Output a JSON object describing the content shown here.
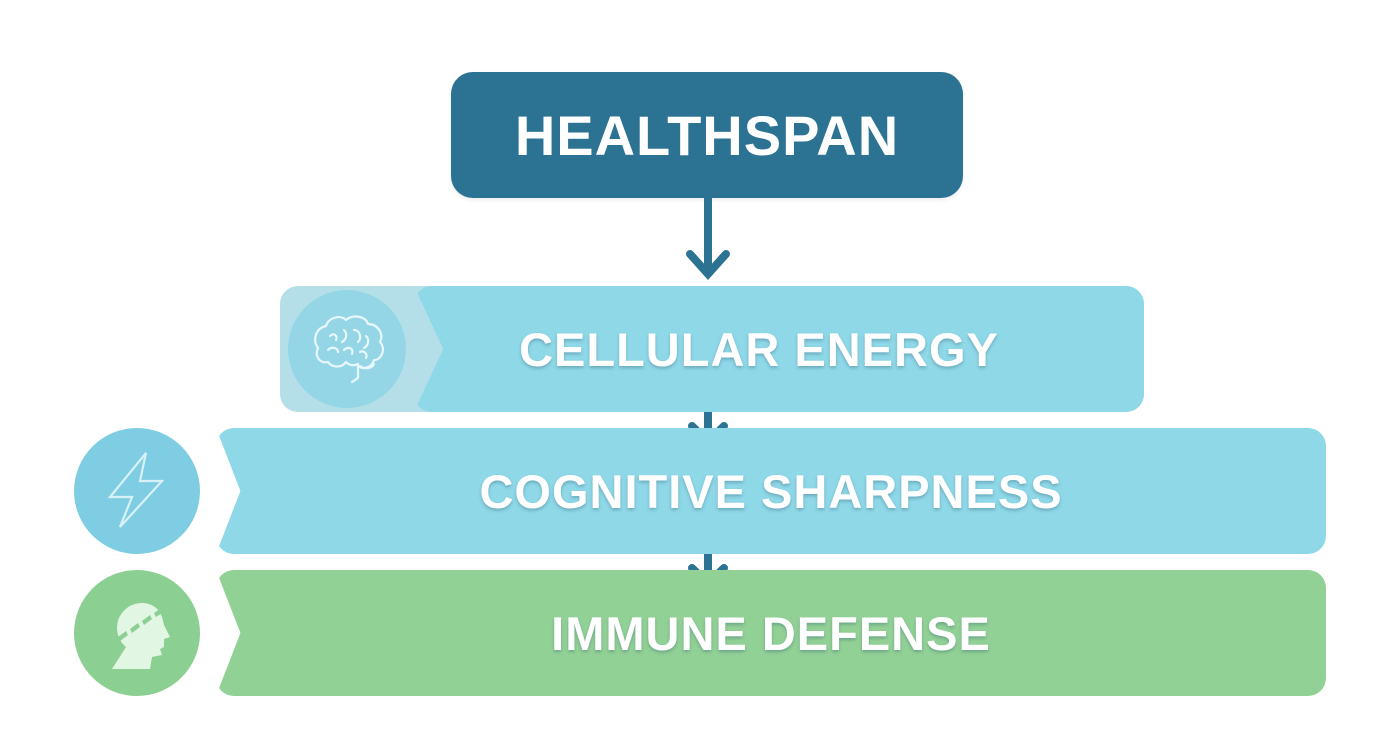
{
  "diagram": {
    "title": "HEALTHSPAN",
    "levels": [
      {
        "label": "CELLULAR ENERGY",
        "icon": "brain-icon"
      },
      {
        "label": "COGNITIVE SHARPNESS",
        "icon": "lightning-bolt-icon"
      },
      {
        "label": "IMMUNE DEFENSE",
        "icon": "shielded-head-icon"
      }
    ],
    "connectors": [
      "down-arrow",
      "down-arrow",
      "down-arrow"
    ]
  },
  "colors": {
    "title_bg": "#2c7393",
    "arrow": "#2c7393",
    "band_blue": "#8fd8e8",
    "band_blue_light": "#b5dfe8",
    "band_green": "#92d196",
    "text": "#ffffff"
  }
}
